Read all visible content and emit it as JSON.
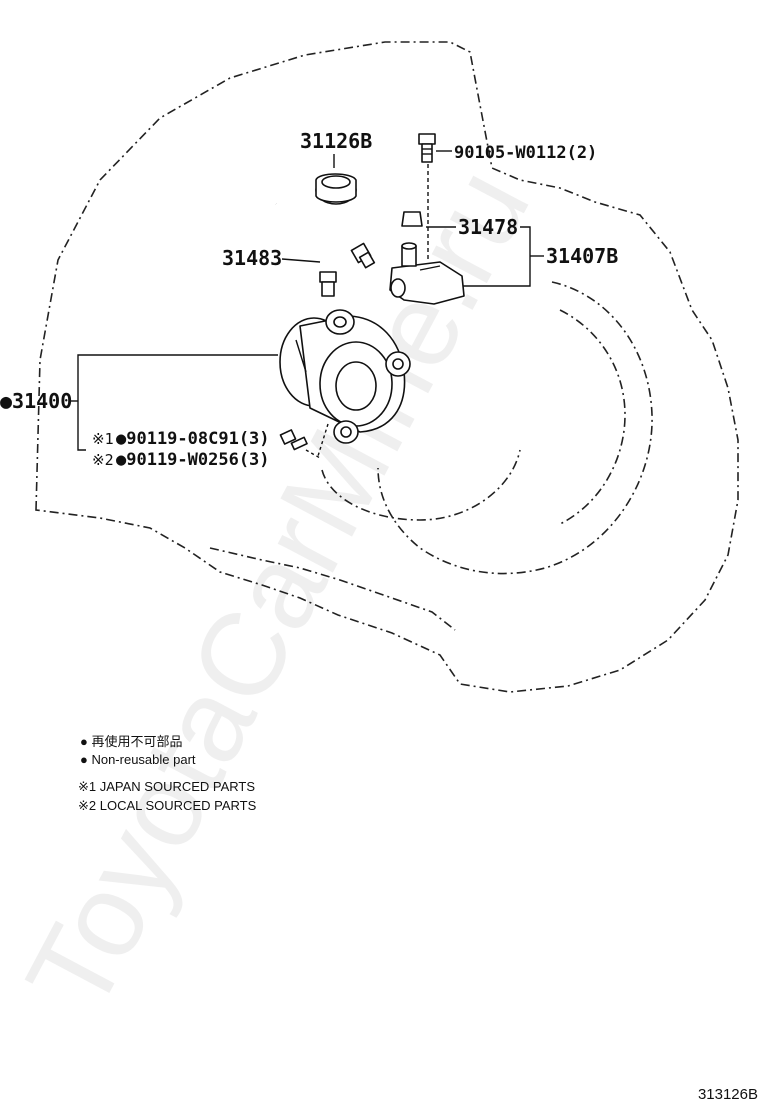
{
  "watermark": "ToyotaCarMine.ru",
  "callouts": {
    "c31126b": "31126B",
    "c90105": "90105-W0112(2)",
    "c31478": "31478",
    "c31407b": "31407B",
    "c31483": "31483",
    "c31400": "●31400",
    "c90119a_mark": "※1",
    "c90119a": "●90119-08C91(3)",
    "c90119b_mark": "※2",
    "c90119b": "●90119-W0256(3)"
  },
  "legend": {
    "line1": "● 再使用不可部品",
    "line2": "● Non-reusable part",
    "line3": "※1 JAPAN SOURCED PARTS",
    "line4": "※2 LOCAL SOURCED PARTS"
  },
  "footer": {
    "diagram_code": "313126B"
  }
}
